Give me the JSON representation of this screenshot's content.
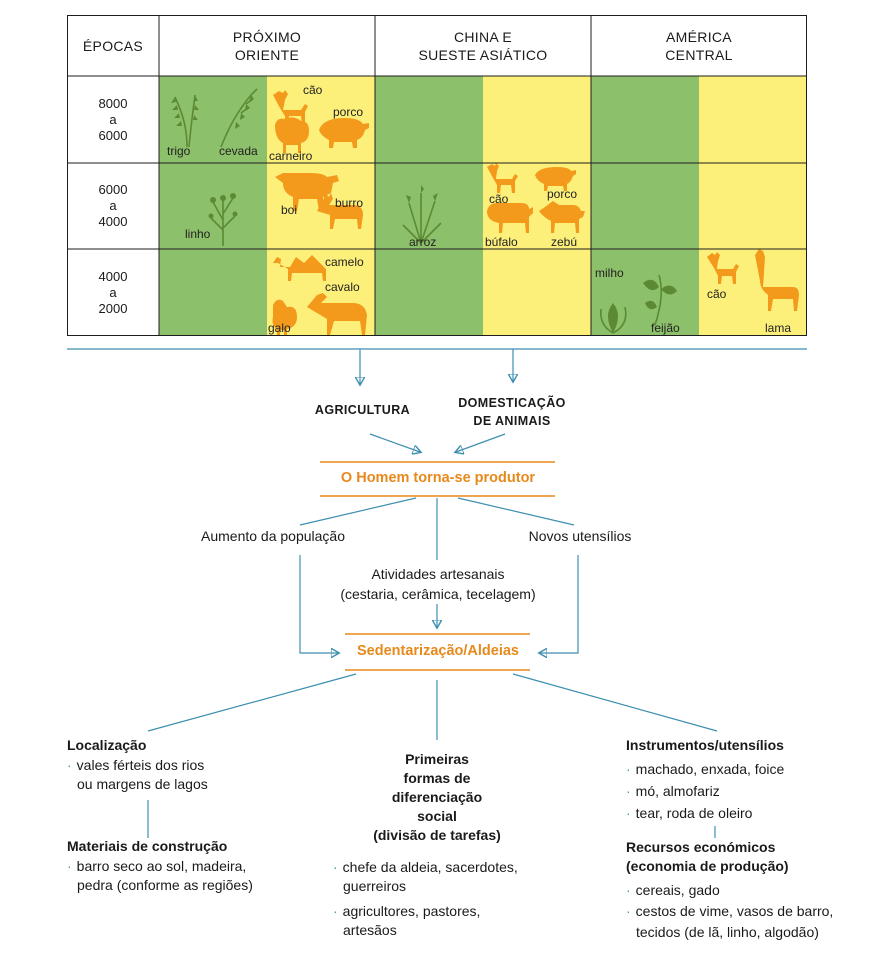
{
  "table": {
    "header": {
      "epochs": "ÉPOCAS",
      "region1": [
        "PRÓXIMO",
        "ORIENTE"
      ],
      "region2": [
        "CHINA E",
        "SUESTE ASIÁTICO"
      ],
      "region3": [
        "AMÉRICA",
        "CENTRAL"
      ]
    },
    "rows": [
      {
        "epoch": [
          "8000",
          "a",
          "6000"
        ]
      },
      {
        "epoch": [
          "6000",
          "a",
          "4000"
        ]
      },
      {
        "epoch": [
          "4000",
          "a",
          "2000"
        ]
      }
    ],
    "labels": {
      "r1_trigo": "trigo",
      "r1_cevada": "cevada",
      "r1_cao": "cão",
      "r1_porco": "porco",
      "r1_carneiro": "carneiro",
      "r2_linho": "linho",
      "r2_boi": "boi",
      "r2_burro": "burro",
      "r2_arroz": "arroz",
      "r2_cao": "cão",
      "r2_porco": "porco",
      "r2_bufalo": "búfalo",
      "r2_zebu": "zebú",
      "r3_camelo": "camelo",
      "r3_cavalo": "cavalo",
      "r3_galo": "galo",
      "r3_milho": "milho",
      "r3_feijao": "feijão",
      "r3_cao": "cão",
      "r3_lama": "lama"
    }
  },
  "flow": {
    "agricultura": "AGRICULTURA",
    "domesticacao": [
      "DOMESTICAÇÃO",
      "DE ANIMAIS"
    ],
    "produtor": "O Homem torna-se produtor",
    "aumento": "Aumento da população",
    "novos": "Novos utensílios",
    "atividades": [
      "Atividades artesanais",
      "(cestaria, cerâmica, tecelagem)"
    ],
    "sedentarizacao": "Sedentarização/Aldeias"
  },
  "left": {
    "localizacao_title": "Localização",
    "localizacao_items": [
      "vales férteis dos rios",
      "ou margens de lagos"
    ],
    "materiais_title": "Materiais de construção",
    "materiais_items": [
      "barro seco ao sol, madeira,",
      "pedra (conforme as regiões)"
    ]
  },
  "center": {
    "title": [
      "Primeiras",
      "formas de",
      "diferenciação",
      "social",
      "(divisão de tarefas)"
    ],
    "item1": [
      "chefe da aldeia, sacerdotes,",
      "guerreiros"
    ],
    "item2": [
      "agricultores, pastores,",
      "artesãos"
    ]
  },
  "right": {
    "instrumentos_title": "Instrumentos/utensílios",
    "instrumentos_items": [
      "machado, enxada, foice",
      "mó, almofariz",
      "tear, roda de oleiro"
    ],
    "recursos_title": [
      "Recursos económicos",
      "(economia de produção)"
    ],
    "recursos_items": [
      "cereais, gado",
      "cestos de vime, vasos de barro,",
      "tecidos (de lã, linho, algodão)"
    ]
  },
  "colors": {
    "green": "#8dc06a",
    "yellow": "#fdf07a",
    "orange": "#f39a1c",
    "blue": "#3f8fb0"
  }
}
